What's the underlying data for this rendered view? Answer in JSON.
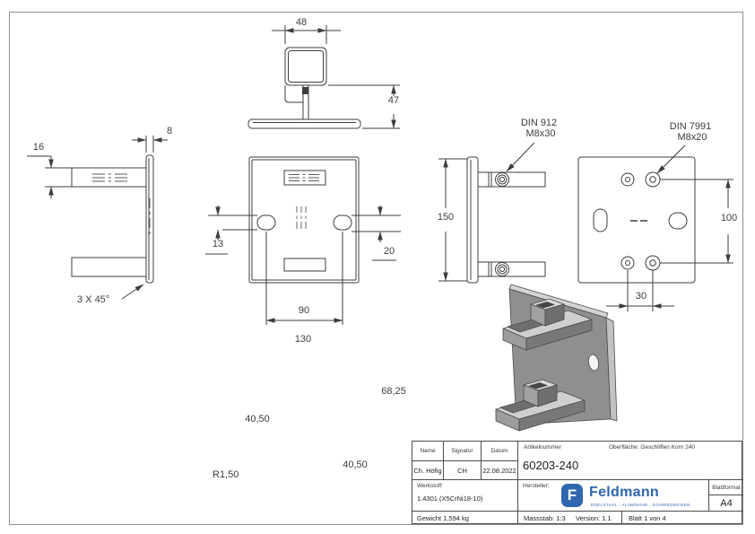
{
  "annotations": {
    "top_view": {
      "width": "48",
      "height": "47"
    },
    "left_view": {
      "plate_thickness": "8",
      "arm_height": "16",
      "chamfer": "3 X 45°"
    },
    "front_view": {
      "slot_dim_left": "13",
      "slot_dim_right": "20",
      "slot_spacing": "90"
    },
    "side_view": {
      "height": "150",
      "screw_standard": "DIN 912",
      "screw_size": "M8x30"
    },
    "back_view": {
      "screw_standard": "DIN 7991",
      "screw_size": "M8x20",
      "hole_spacing_vertical": "100",
      "hole_spacing_horizontal": "30"
    },
    "bottom_view": {
      "plate_width": "130",
      "overall_depth": "68,25",
      "tube_size_vertical": "40,50",
      "tube_size_horizontal": "40,50",
      "corner_radius": "R1,50"
    }
  },
  "title_block": {
    "name_label": "Name",
    "signatur_label": "Signatur",
    "datum_label": "Datum",
    "name": "Ch. Höfig",
    "signatur": "CH",
    "datum": "22.08.2022",
    "artikelnummer_label": "Artikelnummer",
    "artikelnummer": "60203-240",
    "oberflaeche_label": "Oberfläche:  Geschliffen Korn 240",
    "werkstoff_label": "Werkstoff:",
    "werkstoff": "1.4301 (X5CrNi18-10)",
    "gewicht": "Gewicht 1,594 kg",
    "hersteller_label": "Hersteller:",
    "blattformat_label": "Blattformat",
    "blattformat": "A4",
    "massstab": "Massstab: 1:3",
    "version": "Version: 1.1",
    "blatt": "Blatt 1 von 4",
    "logo_letter": "F",
    "logo_text": "Feldmann",
    "logo_tagline": "EDELSTAHL · ALUMINIUM · SCHMIEDEEISEN"
  },
  "colors": {
    "line": "#3d3d3d",
    "logo_blue": "#2e67ae"
  }
}
